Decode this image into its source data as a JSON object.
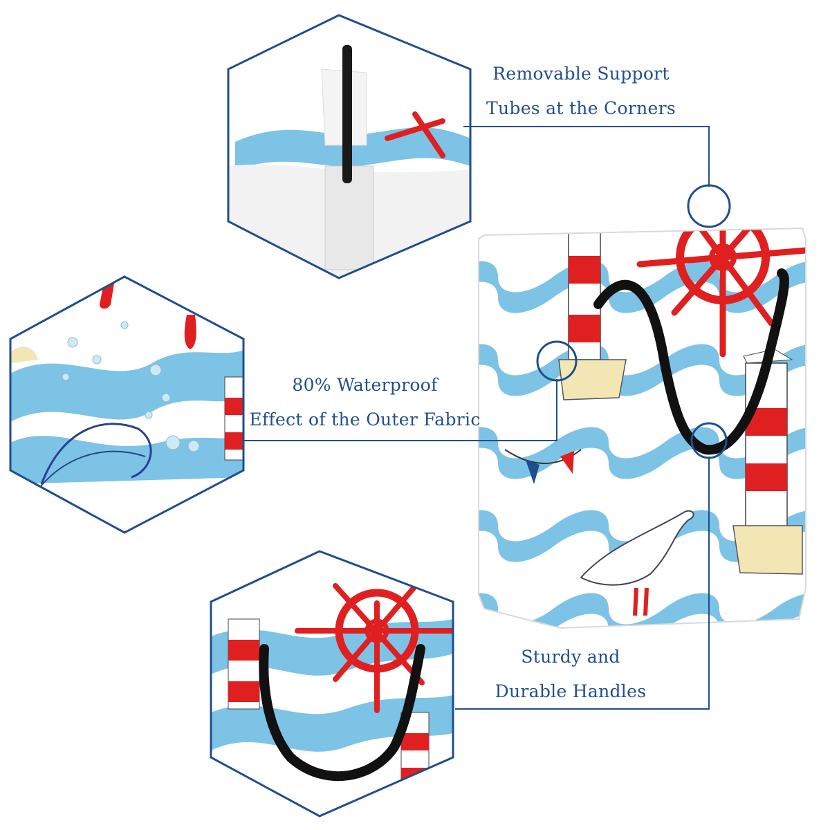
{
  "features": [
    {
      "line1": "Removable Support",
      "line2": "Tubes at the Corners"
    },
    {
      "line1": "80% Waterproof",
      "line2": "Effect of the Outer Fabric"
    },
    {
      "line1": "Sturdy and",
      "line2": "Durable Handles"
    }
  ],
  "colors": {
    "callout": "#1f4e8f",
    "wave": "#7cc3e6",
    "accent_red": "#e02020",
    "sand": "#f3e6b5",
    "handle": "#111111"
  },
  "icons": [
    "ship-wheel-icon",
    "lighthouse-icon",
    "seagull-icon",
    "water-drop-icon",
    "bunting-flag-icon"
  ]
}
